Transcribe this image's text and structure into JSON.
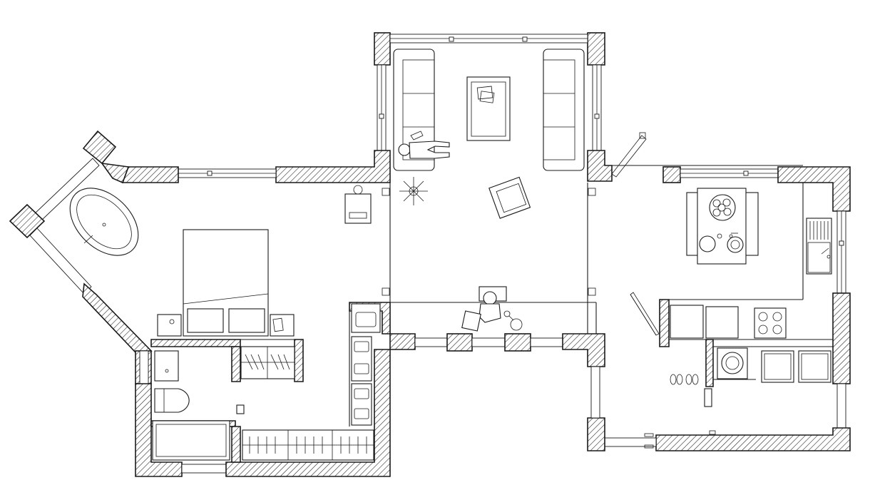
{
  "plan": {
    "rooms": [
      "bedroom",
      "bathroom",
      "living-room",
      "kitchen",
      "walk-in-closet",
      "shower-room"
    ],
    "wall_style": "hatched",
    "line_color": "#1a1a1a",
    "background": "#ffffff"
  }
}
